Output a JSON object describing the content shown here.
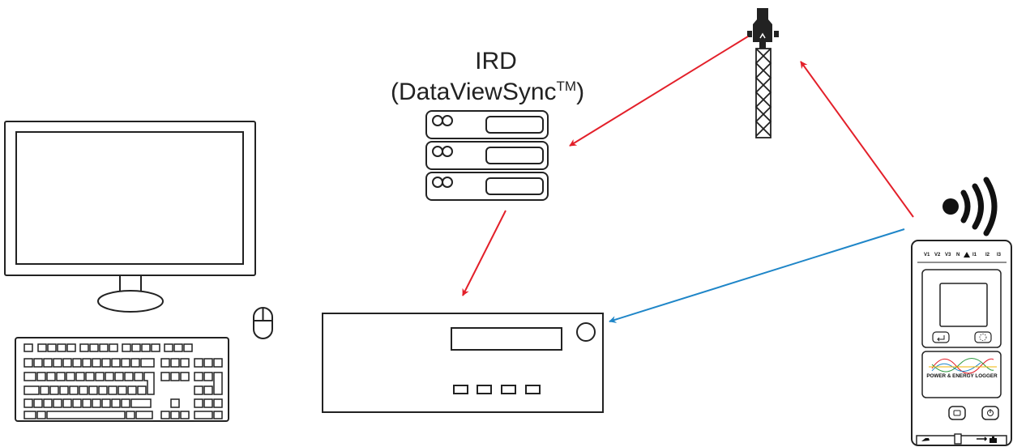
{
  "ird": {
    "label": "IRD",
    "sublabel": "(DataViewSync",
    "trademark": "TM",
    "sublabel_close": ")"
  },
  "logger": {
    "channels": [
      "V1",
      "V2",
      "V3",
      "N",
      "I1",
      "I2",
      "I3"
    ],
    "panel_text": "POWER & ENERGY LOGGER"
  },
  "colors": {
    "cellular_link": "#e3202a",
    "wifi_link": "#1f86c8",
    "outline": "#222222"
  },
  "icons": [
    "computer-monitor-icon",
    "keyboard-icon",
    "mouse-icon",
    "server-stack-icon",
    "network-appliance-icon",
    "cell-tower-icon",
    "wireless-signal-icon",
    "power-energy-logger-icon"
  ]
}
